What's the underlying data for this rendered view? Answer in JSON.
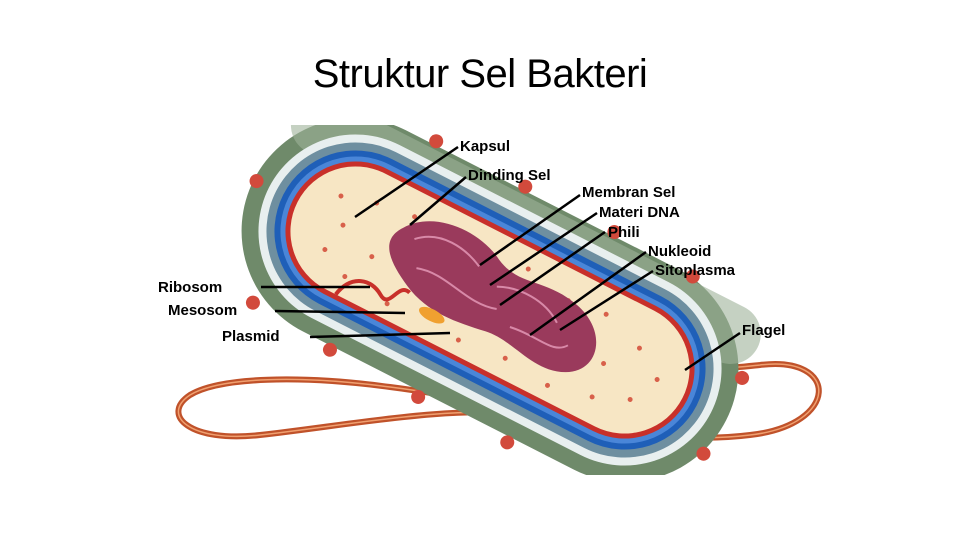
{
  "title": "Struktur Sel Bakteri",
  "labels": {
    "kapsul": "Kapsul",
    "dinding_sel": "Dinding Sel",
    "membran_sel": "Membran Sel",
    "materi_dna": "Materi DNA",
    "phili": "Phili",
    "nukleoid": "Nukleoid",
    "sitoplasma": "Sitoplasma",
    "ribosom": "Ribosom",
    "mesosom": "Mesosom",
    "plasmid": "Plasmid",
    "flagel": "Flagel"
  },
  "colors": {
    "capsule": "#6f8a6a",
    "cell_wall": "#e8efef",
    "membrane_blue": "#1f5fb8",
    "membrane_red": "#c8302a",
    "cytoplasm": "#f7e6c4",
    "dna": "#9a3a5c",
    "pili": "#d24a3c",
    "flagellum": "#c0522a"
  }
}
